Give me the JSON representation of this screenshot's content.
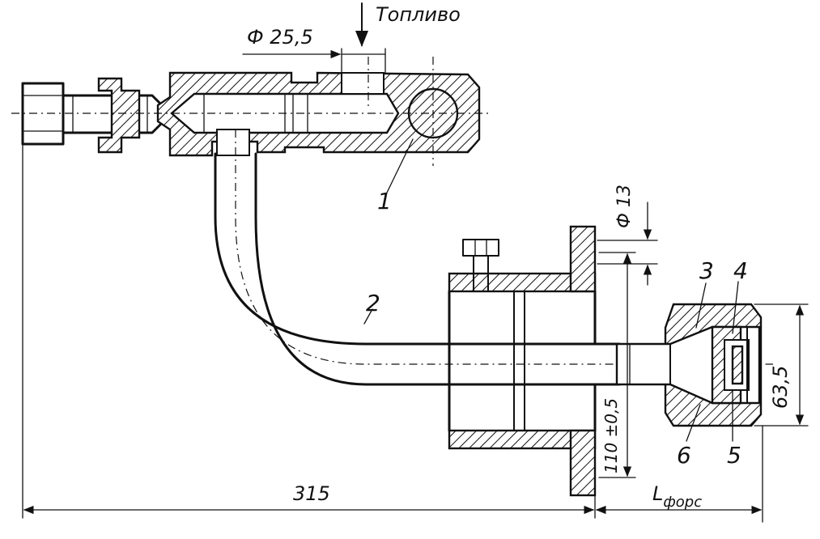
{
  "labels": {
    "fuel": "Топливо",
    "dia_25_5": "Ф 25,5",
    "dia_13": "Ф 13",
    "dim_315": "315",
    "dim_63_5": "63,5",
    "dim_110": "110 ±0,5",
    "l_fors_main": "L",
    "l_fors_sub": "форс",
    "part_1": "1",
    "part_2": "2",
    "part_3": "3",
    "part_4": "4",
    "part_5": "5",
    "part_6": "6"
  }
}
